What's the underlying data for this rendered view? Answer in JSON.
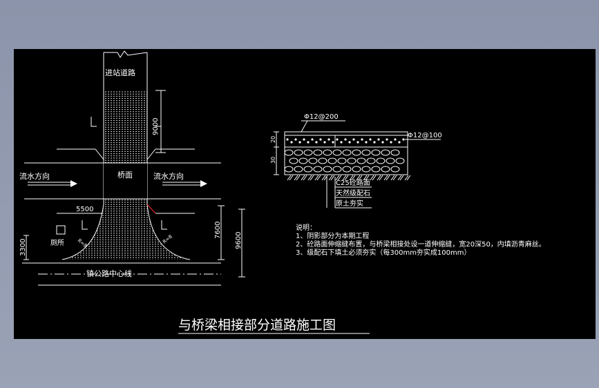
{
  "drawing": {
    "title": "与桥梁相接部分道路施工图",
    "colors": {
      "background": "#000000",
      "line": "#ffffff",
      "frame": "#8b94aa",
      "accent": "#ff2a2a"
    },
    "plan": {
      "road_label": "进站道路",
      "bridge_label": "桥面",
      "flow_left": "流水方向",
      "flow_right": "流水方向",
      "toilet_label": "厕所",
      "centerline_label": "镇公路中心线",
      "dim_9000": "9000",
      "dim_5500": "5500",
      "dim_7600": "7600",
      "dim_9600": "9600",
      "dim_3300": "3300",
      "curve_left": "R=8",
      "curve_right": "R=8"
    },
    "section": {
      "rebar_top": "Φ12@200",
      "rebar_side": "Φ12@100",
      "dim_top": "20",
      "dim_bottom": "30",
      "layer_1": "C25砼路面",
      "layer_2": "天然级配石",
      "layer_3": "原土夯实"
    },
    "notes": {
      "heading": "说明：",
      "items": [
        "1、阴影部分为本期工程",
        "2、砼路面伸缩缝布置，与桥梁相接处设一道伸缩缝，宽20深50，内填沥青麻丝。",
        "3、级配石下填土必须夯实（每300mm夯实成100mm）"
      ]
    }
  }
}
